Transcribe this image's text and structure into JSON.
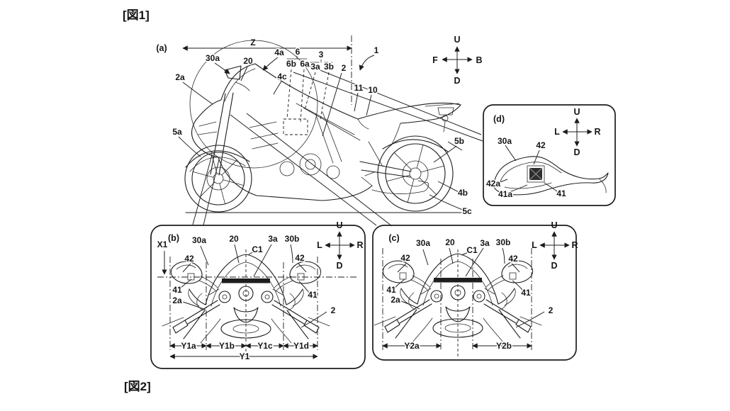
{
  "figure_labels": {
    "fig1": "[図1]",
    "fig2": "[図2]"
  },
  "panel_a": {
    "label": "(a)",
    "dimension_z": "Z",
    "compass": {
      "up": "U",
      "down": "D",
      "front": "F",
      "back": "B"
    },
    "callouts": {
      "n30a": "30a",
      "n20": "20",
      "n2a": "2a",
      "n5a": "5a",
      "n4a": "4a",
      "n4c": "4c",
      "n6": "6",
      "n6b": "6b",
      "n6a": "6a",
      "n3": "3",
      "n3a": "3a",
      "n3b": "3b",
      "n2": "2",
      "n1": "1",
      "n11": "11",
      "n10": "10",
      "n5b": "5b",
      "n4b": "4b",
      "n5c": "5c"
    }
  },
  "panel_b": {
    "label": "(b)",
    "compass": {
      "up": "U",
      "down": "D",
      "left": "L",
      "right": "R"
    },
    "callouts": {
      "x1": "X1",
      "n30a": "30a",
      "n20": "20",
      "c1": "C1",
      "n3a": "3a",
      "n30b": "30b",
      "n42_left": "42",
      "n42_right": "42",
      "n41_left": "41",
      "n41_right": "41",
      "n2a": "2a",
      "n2": "2"
    },
    "dimensions": {
      "y1a": "Y1a",
      "y1b": "Y1b",
      "y1c": "Y1c",
      "y1d": "Y1d",
      "y1": "Y1"
    }
  },
  "panel_c": {
    "label": "(c)",
    "compass": {
      "up": "U",
      "down": "D",
      "left": "L",
      "right": "R"
    },
    "callouts": {
      "n30a": "30a",
      "n20": "20",
      "c1": "C1",
      "n3a": "3a",
      "n30b": "30b",
      "n42_left": "42",
      "n42_right": "42",
      "n41_left": "41",
      "n41_right": "41",
      "n2a": "2a",
      "n2": "2"
    },
    "dimensions": {
      "y2a": "Y2a",
      "y2b": "Y2b"
    }
  },
  "panel_d": {
    "label": "(d)",
    "compass": {
      "up": "U",
      "down": "D",
      "left": "L",
      "right": "R"
    },
    "callouts": {
      "n30a": "30a",
      "n42": "42",
      "n42a": "42a",
      "n41a": "41a",
      "n41": "41"
    }
  }
}
